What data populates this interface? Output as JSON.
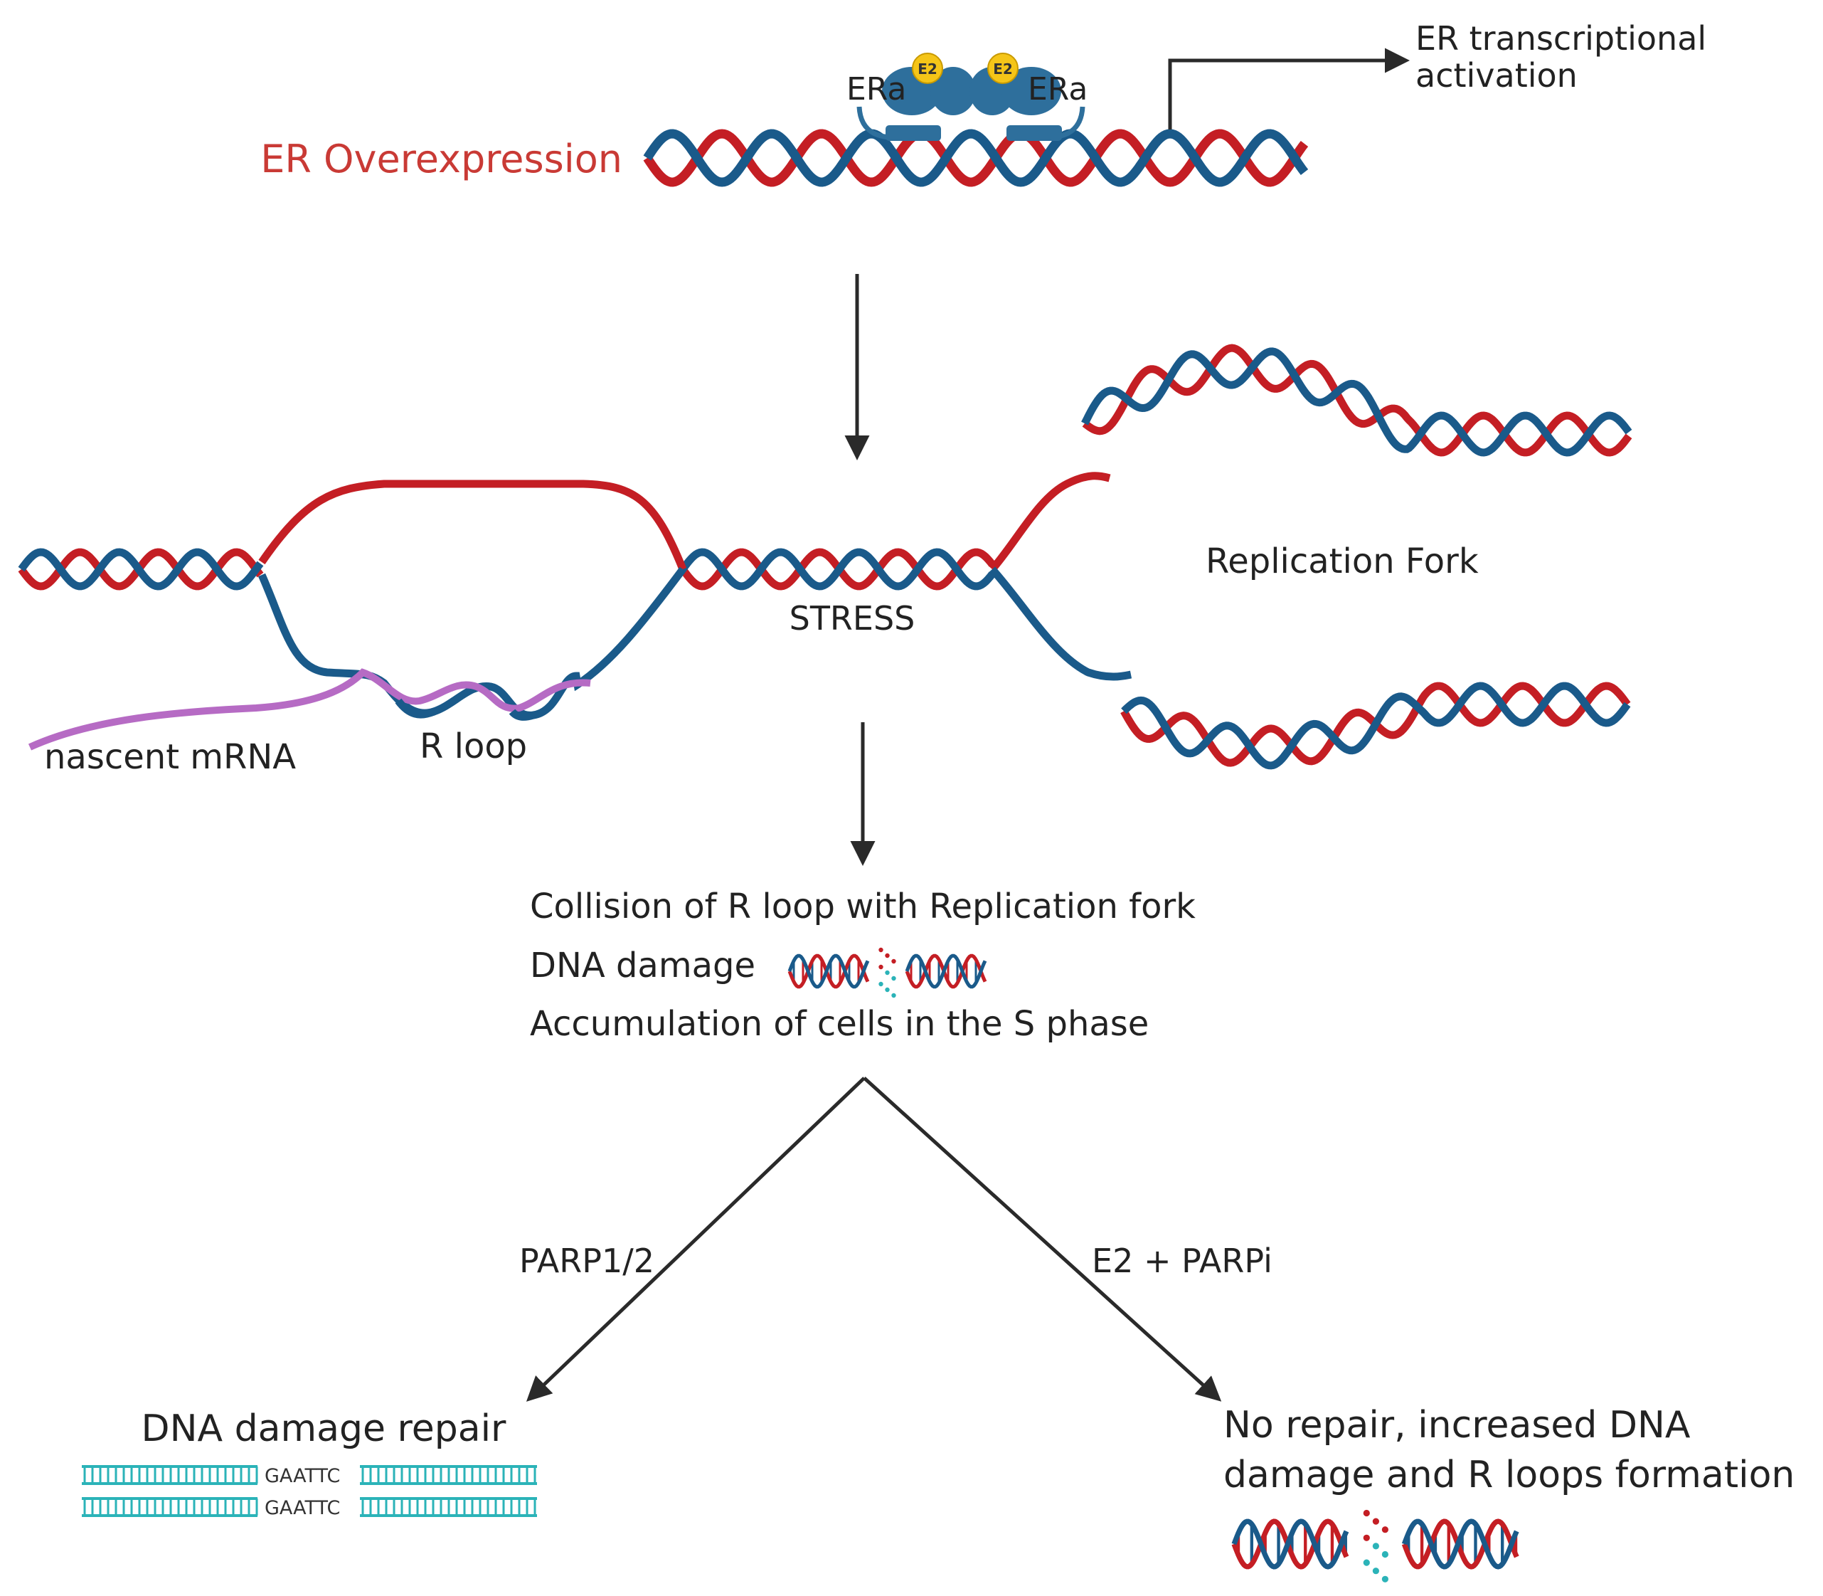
{
  "colors": {
    "red": "#c41e24",
    "blue": "#1a5a8a",
    "mrna": "#b66bc4",
    "protein": "#2e6f9c",
    "ligand": "#f5c518",
    "repair": "#2bb3b8",
    "dark": "#2a2a2a",
    "label_red": "#c93a35"
  },
  "top": {
    "er_overexpression": "ER Overexpression",
    "era_left": "ERa",
    "era_right": "ERa",
    "e2_left": "E2",
    "e2_right": "E2",
    "activation_line1": "ER transcriptional",
    "activation_line2": "activation"
  },
  "middle": {
    "stress": "STRESS",
    "replication_fork": "Replication Fork",
    "nascent_mrna": "nascent mRNA",
    "r_loop": "R loop"
  },
  "outcome": {
    "line1": "Collision of R loop with Replication fork",
    "line2": "DNA damage",
    "line3": "Accumulation of cells in the S phase"
  },
  "branches": {
    "left_label": "PARP1/2",
    "right_label": "E2 + PARPi",
    "left_result": "DNA damage repair",
    "seq_top": "GAATTC",
    "seq_bottom": "GAATTC",
    "right_result_line1": "No repair, increased DNA",
    "right_result_line2": "damage and R loops formation"
  }
}
